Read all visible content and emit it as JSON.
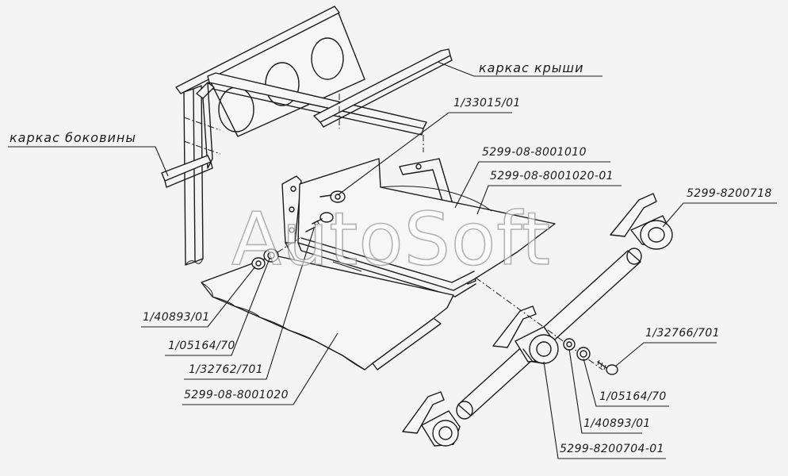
{
  "diagram": {
    "labels": {
      "roof_frame": "каркас крыши",
      "side_frame": "каркас боковины",
      "part_1_33015_01": "1/33015/01",
      "part_5299_08_8001010": "5299-08-8001010",
      "part_5299_08_8001020_01": "5299-08-8001020-01",
      "part_5299_8200718": "5299-8200718",
      "part_1_32766_701": "1/32766/701",
      "part_1_40893_01_left": "1/40893/01",
      "part_1_05164_70_left": "1/05164/70",
      "part_1_32762_701": "1/32762/701",
      "part_5299_08_8001020": "5299-08-8001020",
      "part_1_05164_70_right": "1/05164/70",
      "part_1_40893_01_right": "1/40893/01",
      "part_5299_8200704_01": "5299-8200704-01"
    },
    "watermark": "AutoSoft"
  }
}
